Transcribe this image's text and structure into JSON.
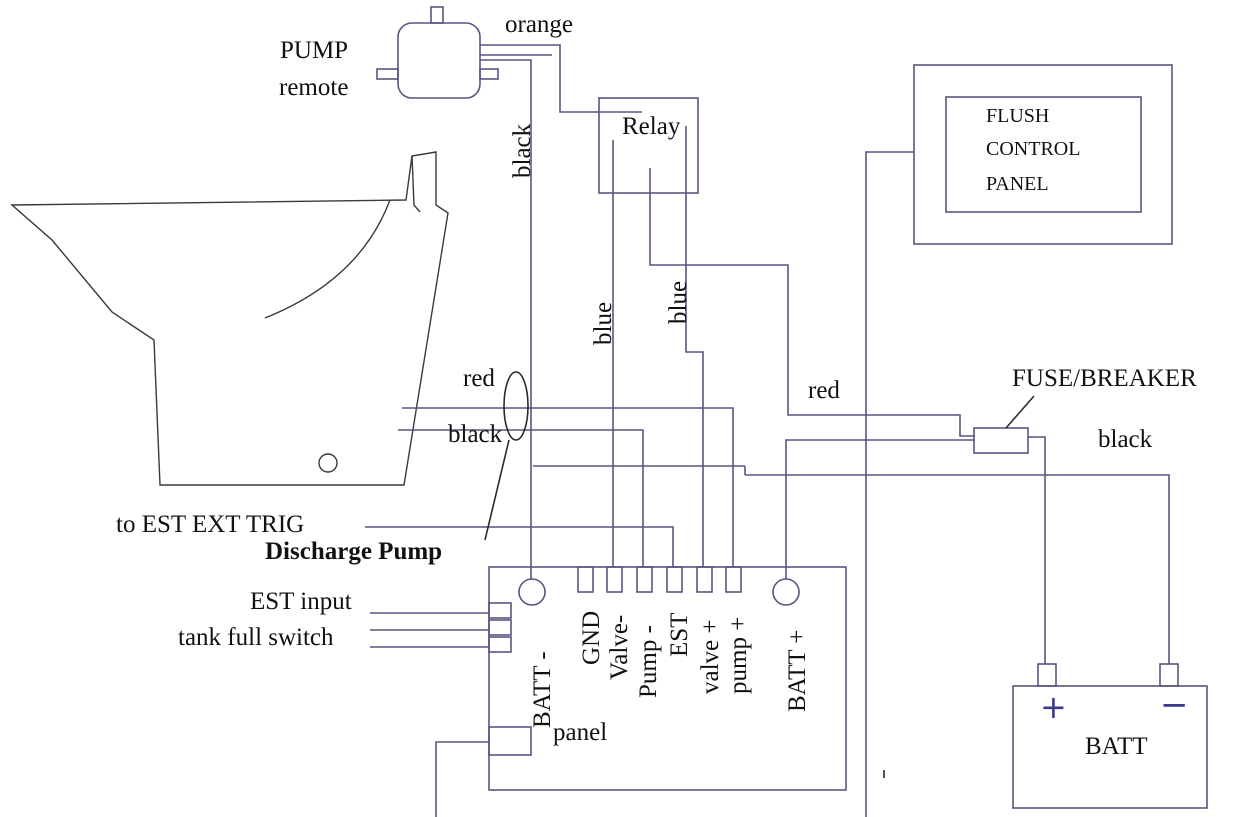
{
  "labels": {
    "pump": "PUMP",
    "pump_sub": "remote",
    "orange": "orange",
    "black_vertical": "black",
    "relay": "Relay",
    "flush_line1": "FLUSH",
    "flush_line2": "CONTROL",
    "flush_line3": "PANEL",
    "blue_left": "blue",
    "blue_right": "blue",
    "red_left": "red",
    "red_right": "red",
    "black_left": "black",
    "black_right": "black",
    "fuse": "FUSE/BREAKER",
    "ext_trig": "to EST EXT TRIG",
    "discharge_pump": "Discharge Pump",
    "est_input": "EST input",
    "tank_full": "tank full switch",
    "panel": "panel",
    "batt": "BATT",
    "batt_plus": "+",
    "batt_minus": "−"
  },
  "terminals": [
    "BATT -",
    "GND",
    "Valve-",
    "Pump -",
    "EST",
    "valve +",
    "pump +",
    "BATT +"
  ],
  "colors": {
    "wire": "#5a5480",
    "text": "#111111",
    "battery_sign": "#3b3a8a"
  }
}
